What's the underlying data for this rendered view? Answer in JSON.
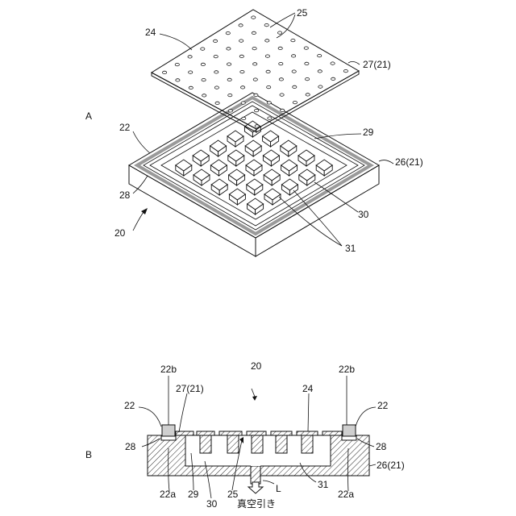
{
  "figure_a": {
    "panel_label": "A",
    "labels": {
      "l25": "25",
      "l24": "24",
      "l27": "27(21)",
      "l22": "22",
      "l29": "29",
      "l26": "26(21)",
      "l28": "28",
      "l30": "30",
      "l20": "20",
      "l31": "31"
    }
  },
  "figure_b": {
    "panel_label": "B",
    "labels": {
      "l20": "20",
      "l22b_left": "22b",
      "l22b_right": "22b",
      "l27": "27(21)",
      "l24": "24",
      "l22_left": "22",
      "l22_right": "22",
      "l28_left": "28",
      "l28_right": "28",
      "l26": "26(21)",
      "l22a_left": "22a",
      "l22a_right": "22a",
      "l29": "29",
      "l30": "30",
      "l25": "25",
      "l31": "31",
      "lL": "L",
      "vacuum": "真空引き"
    }
  }
}
